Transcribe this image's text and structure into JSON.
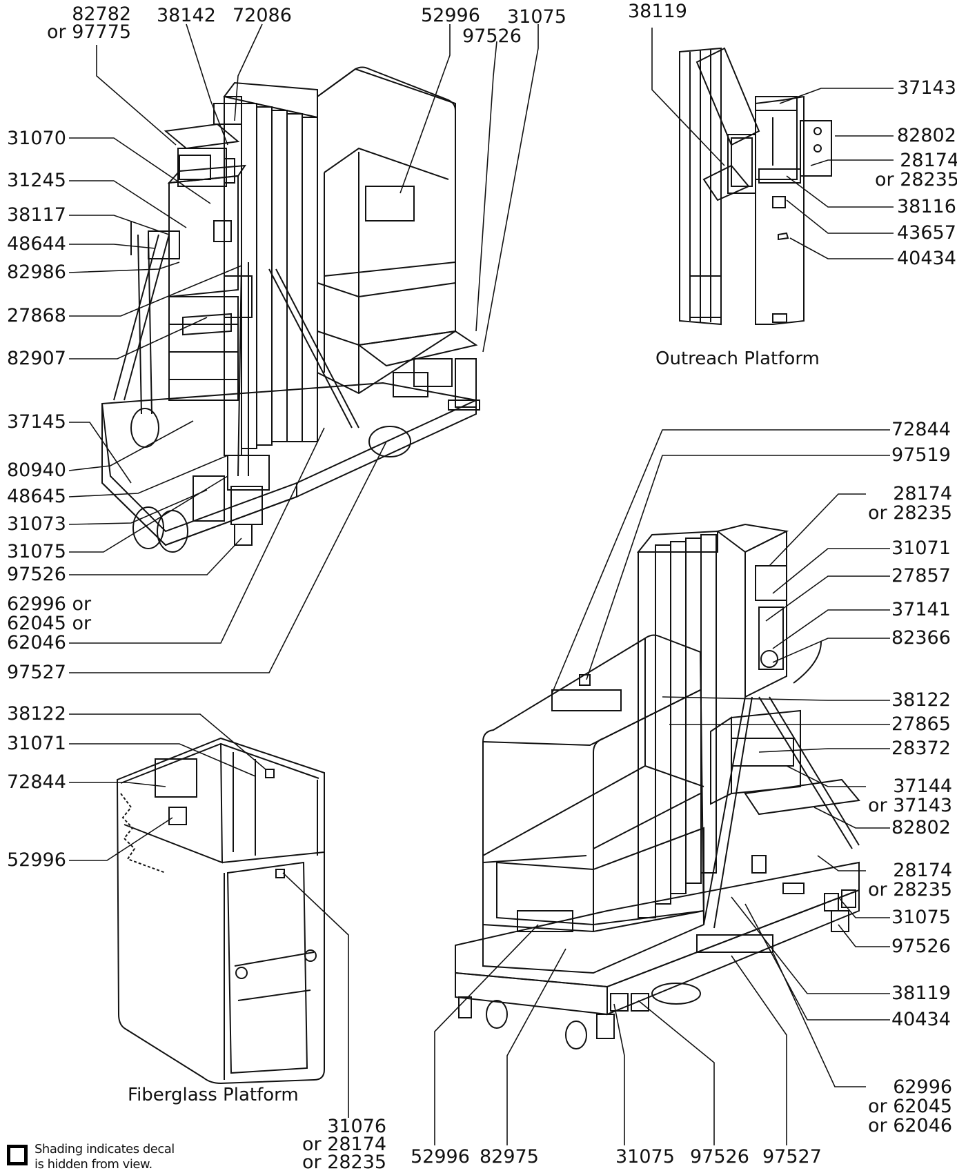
{
  "captions": {
    "outreach": "Outreach Platform",
    "fiberglass": "Fiberglass Platform"
  },
  "legend": {
    "line1": "Shading indicates decal",
    "line2": "is hidden from view."
  },
  "labels": {
    "main_top_a": "82782\nor 97775",
    "main_top_b": "38142",
    "main_top_c": "72086",
    "main_top_d": "52996",
    "main_top_e": "31075",
    "main_top_f": "97526",
    "main_left_1": "31070",
    "main_left_2": "31245",
    "main_left_3": "38117",
    "main_left_4": "48644",
    "main_left_5": "82986",
    "main_left_6": "27868",
    "main_left_7": "82907",
    "main_left_8": "37145",
    "main_left_9": "80940",
    "main_left_10": "48645",
    "main_left_11": "31073",
    "main_left_12": "31075",
    "main_left_13": "97526",
    "main_left_14": "62996 or\n62045 or\n62046",
    "main_left_15": "97527",
    "out_top": "38119",
    "out_r1": "37143",
    "out_r2": "82802",
    "out_r3": "28174\nor 28235",
    "out_r4": "38116",
    "out_r5": "43657",
    "out_r6": "40434",
    "fib_1": "38122",
    "fib_2": "31071",
    "fib_3": "72844",
    "fib_4": "52996",
    "fib_bottom": "31076\nor 28174\nor 28235",
    "rear_r1": "72844",
    "rear_r2": "97519",
    "rear_r3": "28174\nor 28235",
    "rear_r4": "31071",
    "rear_r5": "27857",
    "rear_r6": "37141",
    "rear_r7": "82366",
    "rear_r8": "38122",
    "rear_r9": "27865",
    "rear_r10": "28372",
    "rear_r11": "37144\nor 37143",
    "rear_r12": "82802",
    "rear_r13": "28174\nor 28235",
    "rear_r14": "31075",
    "rear_r15": "97526",
    "rear_r16": "38119",
    "rear_r17": "40434",
    "rear_r18": "62996\nor 62045\nor 62046",
    "rear_b1": "52996",
    "rear_b2": "82975",
    "rear_b3": "31075",
    "rear_b4": "97526",
    "rear_b5": "97527"
  }
}
